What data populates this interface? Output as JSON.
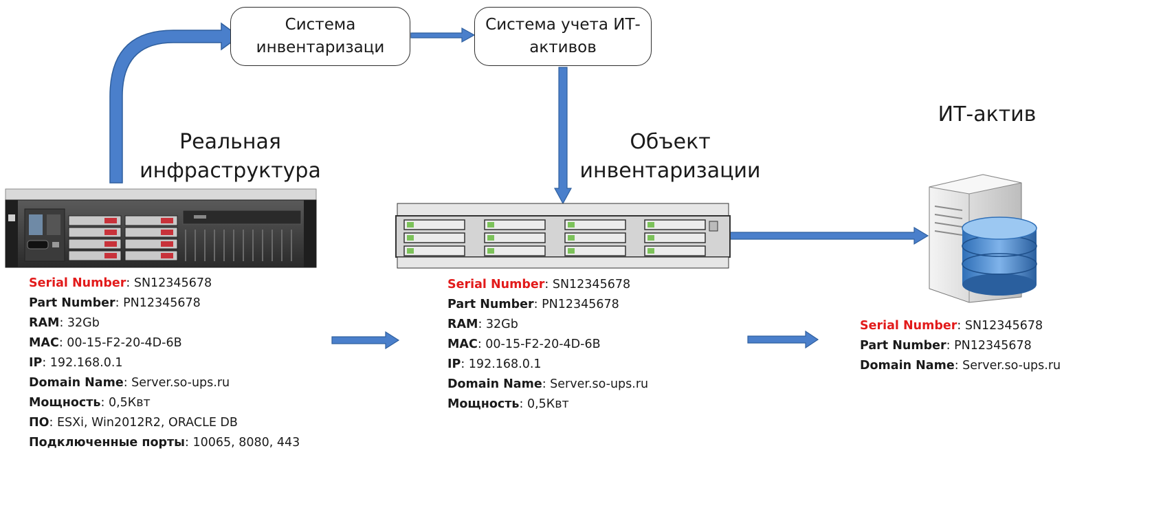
{
  "boxes": {
    "inventory_system": [
      "Система",
      "инвентаризаци"
    ],
    "asset_system": [
      "Система учета ИТ-",
      "активов"
    ]
  },
  "headings": {
    "real_infra": [
      "Реальная",
      "инфраструктура"
    ],
    "inventory_object": [
      "Объект",
      "инвентаризации"
    ],
    "it_asset": "ИТ-актив"
  },
  "specs": {
    "real": [
      {
        "key": "Serial Number",
        "value": ": SN12345678",
        "highlight": true
      },
      {
        "key": "Part Number",
        "value": ": PN12345678"
      },
      {
        "key": "RAM",
        "value": ": 32Gb"
      },
      {
        "key": "MAC",
        "value": ": 00-15-F2-20-4D-6B"
      },
      {
        "key": "IP",
        "value": ": 192.168.0.1"
      },
      {
        "key": "Domain Name",
        "value": ": Server.so-ups.ru"
      },
      {
        "key": "Мощность",
        "value": ": 0,5Квт"
      },
      {
        "key": "ПО",
        "value": ": ESXi, Win2012R2, ORACLE DB"
      },
      {
        "key": "Подключенные порты",
        "value": ": 10065, 8080, 443"
      }
    ],
    "inventory": [
      {
        "key": "Serial Number",
        "value": ": SN12345678",
        "highlight": true
      },
      {
        "key": "Part Number",
        "value": ": PN12345678"
      },
      {
        "key": "RAM",
        "value": ": 32Gb"
      },
      {
        "key": "MAC",
        "value": ": 00-15-F2-20-4D-6B"
      },
      {
        "key": "IP",
        "value": ": 192.168.0.1"
      },
      {
        "key": "Domain Name",
        "value": ": Server.so-ups.ru"
      },
      {
        "key": "Мощность",
        "value": ": 0,5Квт"
      }
    ],
    "asset": [
      {
        "key": "Serial Number",
        "value": ": SN12345678",
        "highlight": true
      },
      {
        "key": "Part Number",
        "value": ": PN12345678"
      },
      {
        "key": "Domain Name",
        "value": ": Server.so-ups.ru"
      }
    ]
  },
  "icons": [
    "rack-server-icon",
    "storage-array-icon",
    "database-server-icon"
  ],
  "colors": {
    "arrow_fill": "#4a7fcb",
    "arrow_stroke": "#2f5f9e",
    "highlight_key": "#e21b1b"
  }
}
